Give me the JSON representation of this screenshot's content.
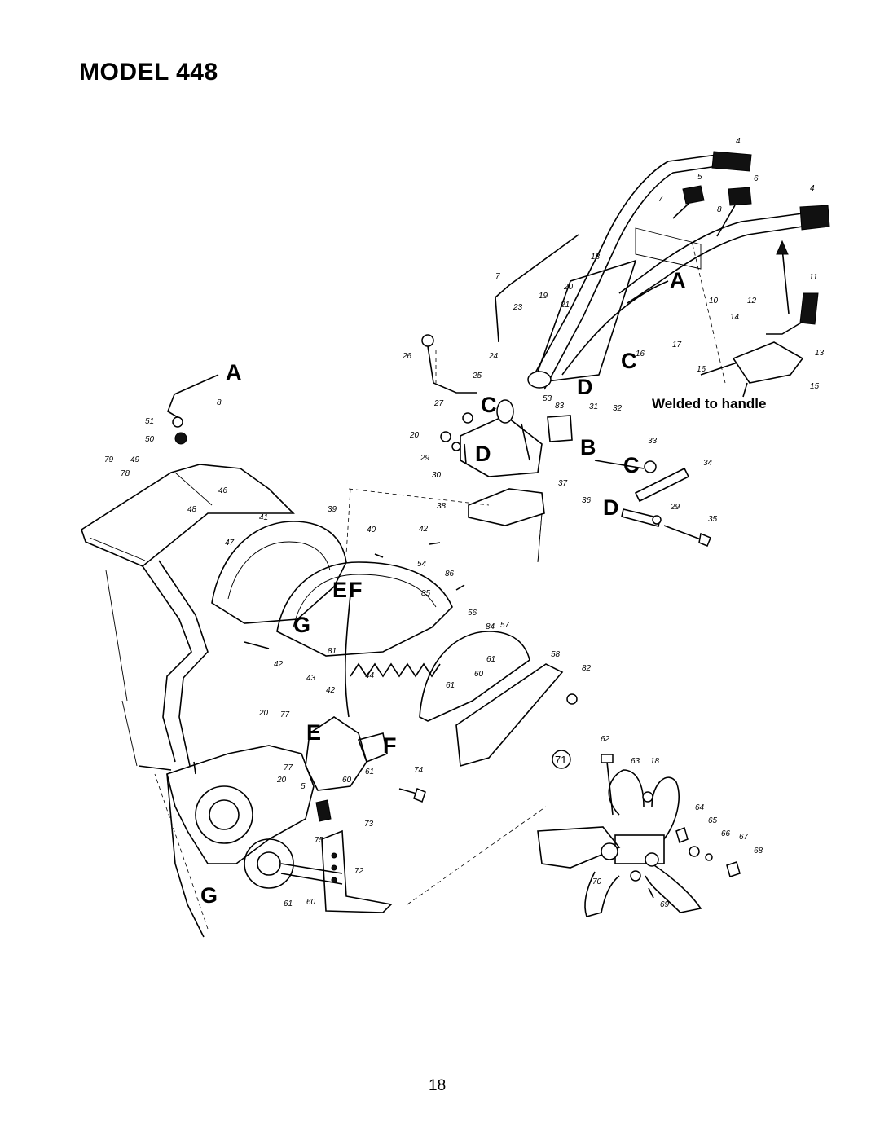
{
  "title": "MODEL 448",
  "page_number": "18",
  "welded_note": "Welded to handle",
  "kit_number": "71",
  "callouts": {
    "A": "A",
    "B": "B",
    "C": "C",
    "D": "D",
    "E": "E",
    "F": "F",
    "G": "G"
  },
  "parts": {
    "p4": "4",
    "p4b": "4",
    "p5": "5",
    "p6": "6",
    "p7": "7",
    "p8": "8",
    "p7b": "7",
    "p18": "18",
    "p20": "20",
    "p19": "19",
    "p21": "21",
    "p23": "23",
    "p10": "10",
    "p17": "17",
    "p16": "16",
    "p11": "11",
    "p12": "12",
    "p14": "14",
    "p13": "13",
    "p16b": "16",
    "p15": "15",
    "p26": "26",
    "p24": "24",
    "p25": "25",
    "p27": "27",
    "p53": "53",
    "p83": "83",
    "p31": "31",
    "p32": "32",
    "p20b": "20",
    "p29": "29",
    "p30": "30",
    "p33": "33",
    "p34": "34",
    "p37": "37",
    "p38": "38",
    "p36": "36",
    "p29b": "29",
    "p35": "35",
    "p8b": "8",
    "p51": "51",
    "p50": "50",
    "p79": "79",
    "p49": "49",
    "p78": "78",
    "p46": "46",
    "p48": "48",
    "p47": "47",
    "p41": "41",
    "p39": "39",
    "p40": "40",
    "p42": "42",
    "p54": "54",
    "p86": "86",
    "p85": "85",
    "p56": "56",
    "p84": "84",
    "p57": "57",
    "p81": "81",
    "p42b": "42",
    "p43": "43",
    "p44": "44",
    "p42c": "42",
    "p58": "58",
    "p82": "82",
    "p61": "61",
    "p60": "60",
    "p61b": "61",
    "p20c": "20",
    "p77": "77",
    "p77b": "77",
    "p20d": "20",
    "p5b": "5",
    "p60b": "60",
    "p61c": "61",
    "p74": "74",
    "p73": "73",
    "p75": "75",
    "p72": "72",
    "p61d": "61",
    "p60c": "60",
    "p62": "62",
    "p63": "63",
    "p18b": "18",
    "p64": "64",
    "p65": "65",
    "p66": "66",
    "p67": "67",
    "p68": "68",
    "p70": "70",
    "p69": "69"
  }
}
